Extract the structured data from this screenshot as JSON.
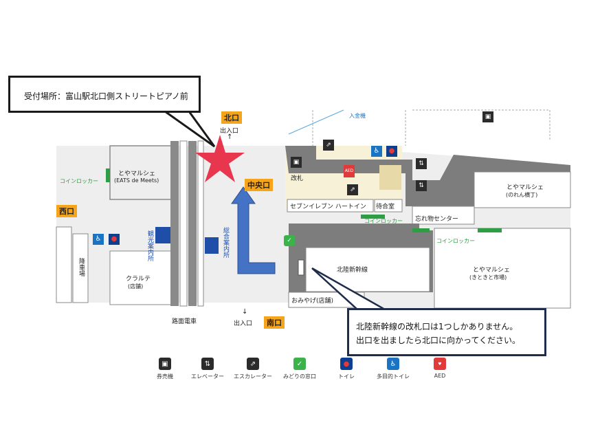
{
  "callouts": {
    "reception": "受付場所：富山駅北口側ストリートピアノ前",
    "note_line1": "北陸新幹線の改札口は1つしかありません。",
    "note_line2": "出口を出ましたら北口に向かってください。"
  },
  "exits": {
    "north": "北口",
    "west": "西口",
    "central": "中央口",
    "south": "南口",
    "exit_label_north": "出入口",
    "exit_label_south": "出入口"
  },
  "areas": {
    "toyama_marche_eats": "とやマルシェ",
    "eats_sub": "(EATS de Meets)",
    "coin_locker_left": "コインロッカー",
    "kanko": "観光案内所",
    "kurarute": "クラルテ",
    "kurarute_sub": "(店舗)",
    "rail": "路面電車",
    "parking": "降車場",
    "sogo": "総合案内所",
    "kaisatsu": "改札",
    "ticket_machine_top": "入金機",
    "seven": "セブンイレブン ハートイン",
    "machiai": "待合室",
    "coin_locker_mid": "コインロッカー",
    "wasuremono": "忘れ物センター",
    "coin_locker_right": "コインロッカー",
    "noren": "とやマルシェ",
    "noren_sub": "(のれん横丁)",
    "shinkansen": "北陸新幹線",
    "omiyage": "おみやげ(店舗)",
    "kitokito": "とやマルシェ",
    "kitokito_sub": "(きときと市場)",
    "aed_small": "AED"
  },
  "legend": [
    {
      "icon": "ticket-machine-icon",
      "label": "券売機",
      "color": "#2b2b2b"
    },
    {
      "icon": "elevator-icon",
      "label": "エレベーター",
      "color": "#2b2b2b"
    },
    {
      "icon": "escalator-icon",
      "label": "エスカレーター",
      "color": "#2b2b2b"
    },
    {
      "icon": "midori-window-icon",
      "label": "みどりの窓口",
      "color": "#3bb34a"
    },
    {
      "icon": "toilet-icon",
      "label": "トイレ",
      "color": "#0c3f8f"
    },
    {
      "icon": "accessible-toilet-icon",
      "label": "多目的トイレ",
      "color": "#1b73c4"
    },
    {
      "icon": "aed-icon",
      "label": "AED",
      "color": "#e03a3a"
    }
  ],
  "colors": {
    "exit_badge": "#f4a51c",
    "building": "#7d7d7d",
    "concourse": "#eeeeee",
    "star": "#e8364f",
    "arrow": "#4472c4",
    "locker": "#2e9e44",
    "info_blue": "#1f4ea8"
  }
}
